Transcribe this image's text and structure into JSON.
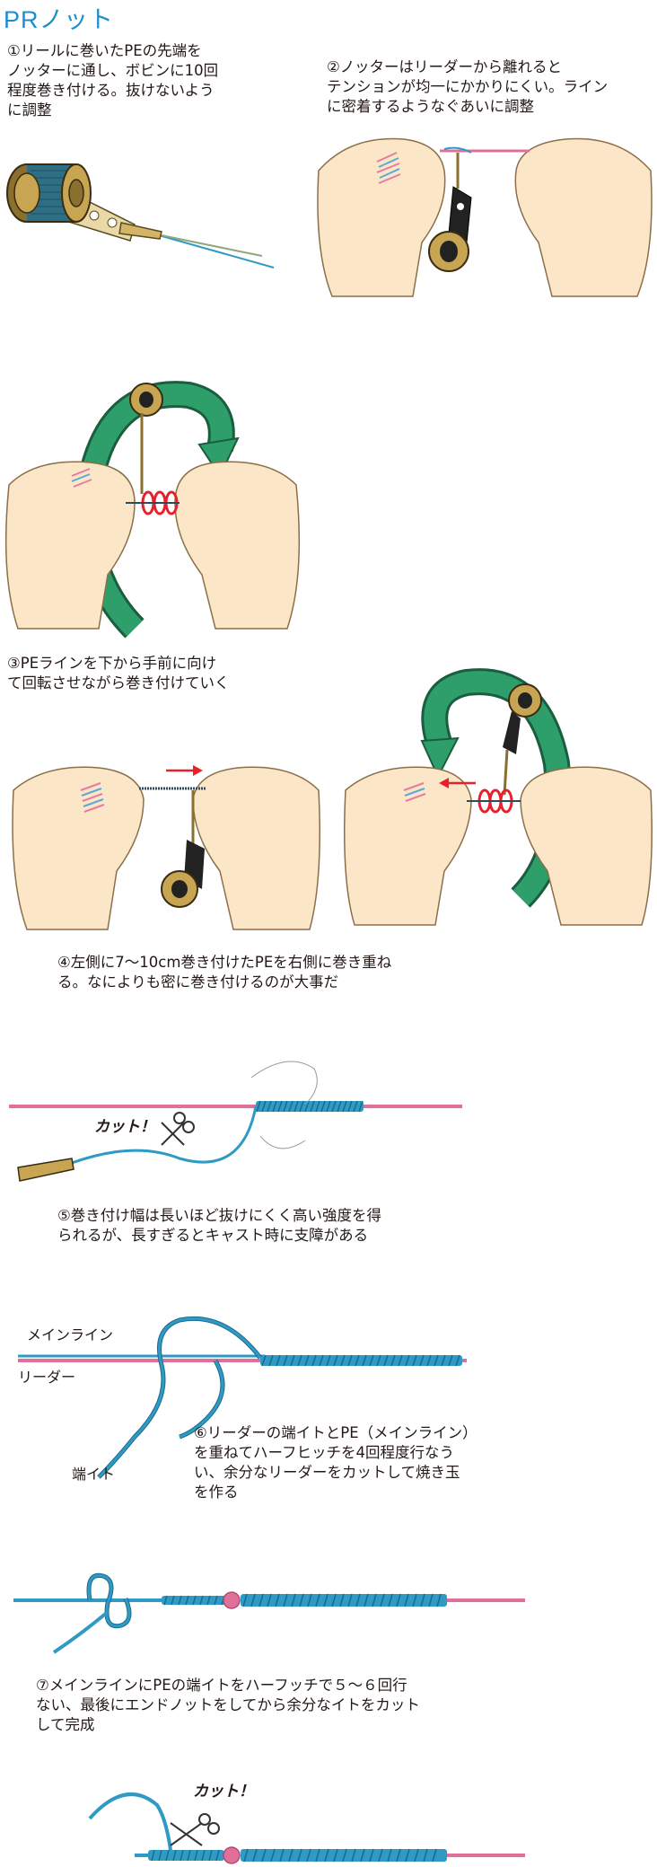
{
  "title": "PRノット",
  "steps": [
    {
      "text": "①リールに巻いたPEの先端を\nノッターに通し、ボビンに10回\n程度巻き付ける。抜けないよう\nに調整"
    },
    {
      "text": "②ノッターはリーダーから離れると\nテンションが均一にかかりにくい。ライン\nに密着するようなぐあいに調整"
    },
    {
      "text": "③PEラインを下から手前に向け\nて回転させながら巻き付けていく"
    },
    {
      "text": "④左側に7～10cm巻き付けたPEを右側に巻き重ね\nる。なによりも密に巻き付けるのが大事だ"
    },
    {
      "text": "⑤巻き付け幅は長いほど抜けにくく高い強度を得\nられるが、長すぎるとキャスト時に支障がある"
    },
    {
      "text": "⑥リーダーの端イトとPE（メインライン）\nを重ねてハーフヒッチを4回程度行なう\nい、余分なリーダーをカットして焼き玉\nを作る"
    },
    {
      "text": "⑦メインラインにPEの端イトをハーフッチで５～６回行\nない、最後にエンドノットをしてから余分なイトをカット\nして完成"
    }
  ],
  "labels": {
    "main_line": "メインライン",
    "leader": "リーダー",
    "tag_end": "端イト",
    "cut_1": "カット！",
    "cut_2": "カット！"
  },
  "colors": {
    "title": "#1a8fd0",
    "pe_line": "#2f9ac4",
    "leader_line": "#e0709a",
    "arrow_green": "#2e9e6a",
    "hand_fill": "#fbe7c7",
    "wrap_red": "#e8202c",
    "bobbin_gold": "#c8a552"
  }
}
